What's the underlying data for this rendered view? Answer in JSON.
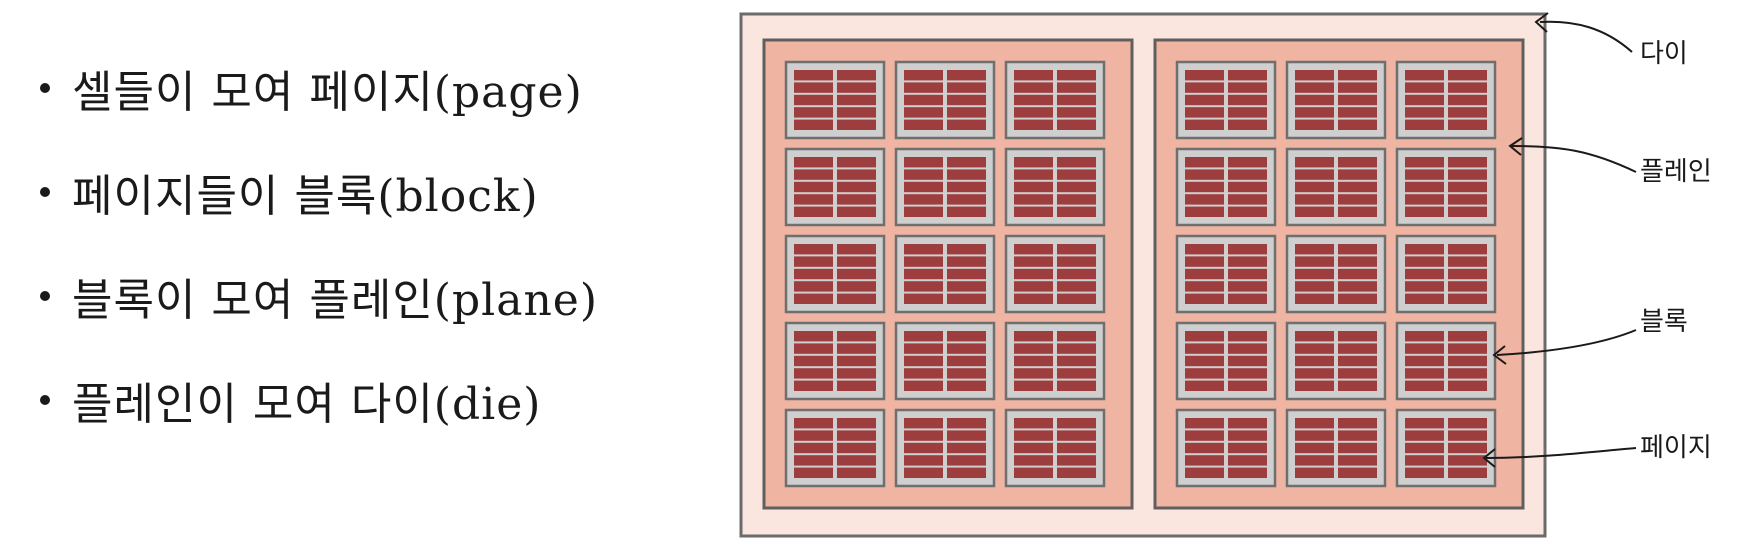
{
  "bullets": [
    "셀들이 모여 페이지(page)",
    "페이지들이 블록(block)",
    "블록이 모여 플레인(plane)",
    "플레인이 모여 다이(die)"
  ],
  "labels": {
    "die": "다이",
    "plane": "플레인",
    "block": "블록",
    "page": "페이지"
  },
  "structure": {
    "planes": 2,
    "block_rows": 5,
    "block_cols": 3,
    "page_rows_per_block": 5,
    "page_cols_per_block": 2
  },
  "colors": {
    "die_fill": "#fbe6df",
    "die_stroke": "#6b6b6b",
    "plane_fill": "#efb5a2",
    "plane_stroke": "#5f5f5f",
    "block_fill": "#cfcfcf",
    "block_stroke": "#6f6f6f",
    "page_fill": "#9e3d3d",
    "text": "#1a1a1a"
  }
}
